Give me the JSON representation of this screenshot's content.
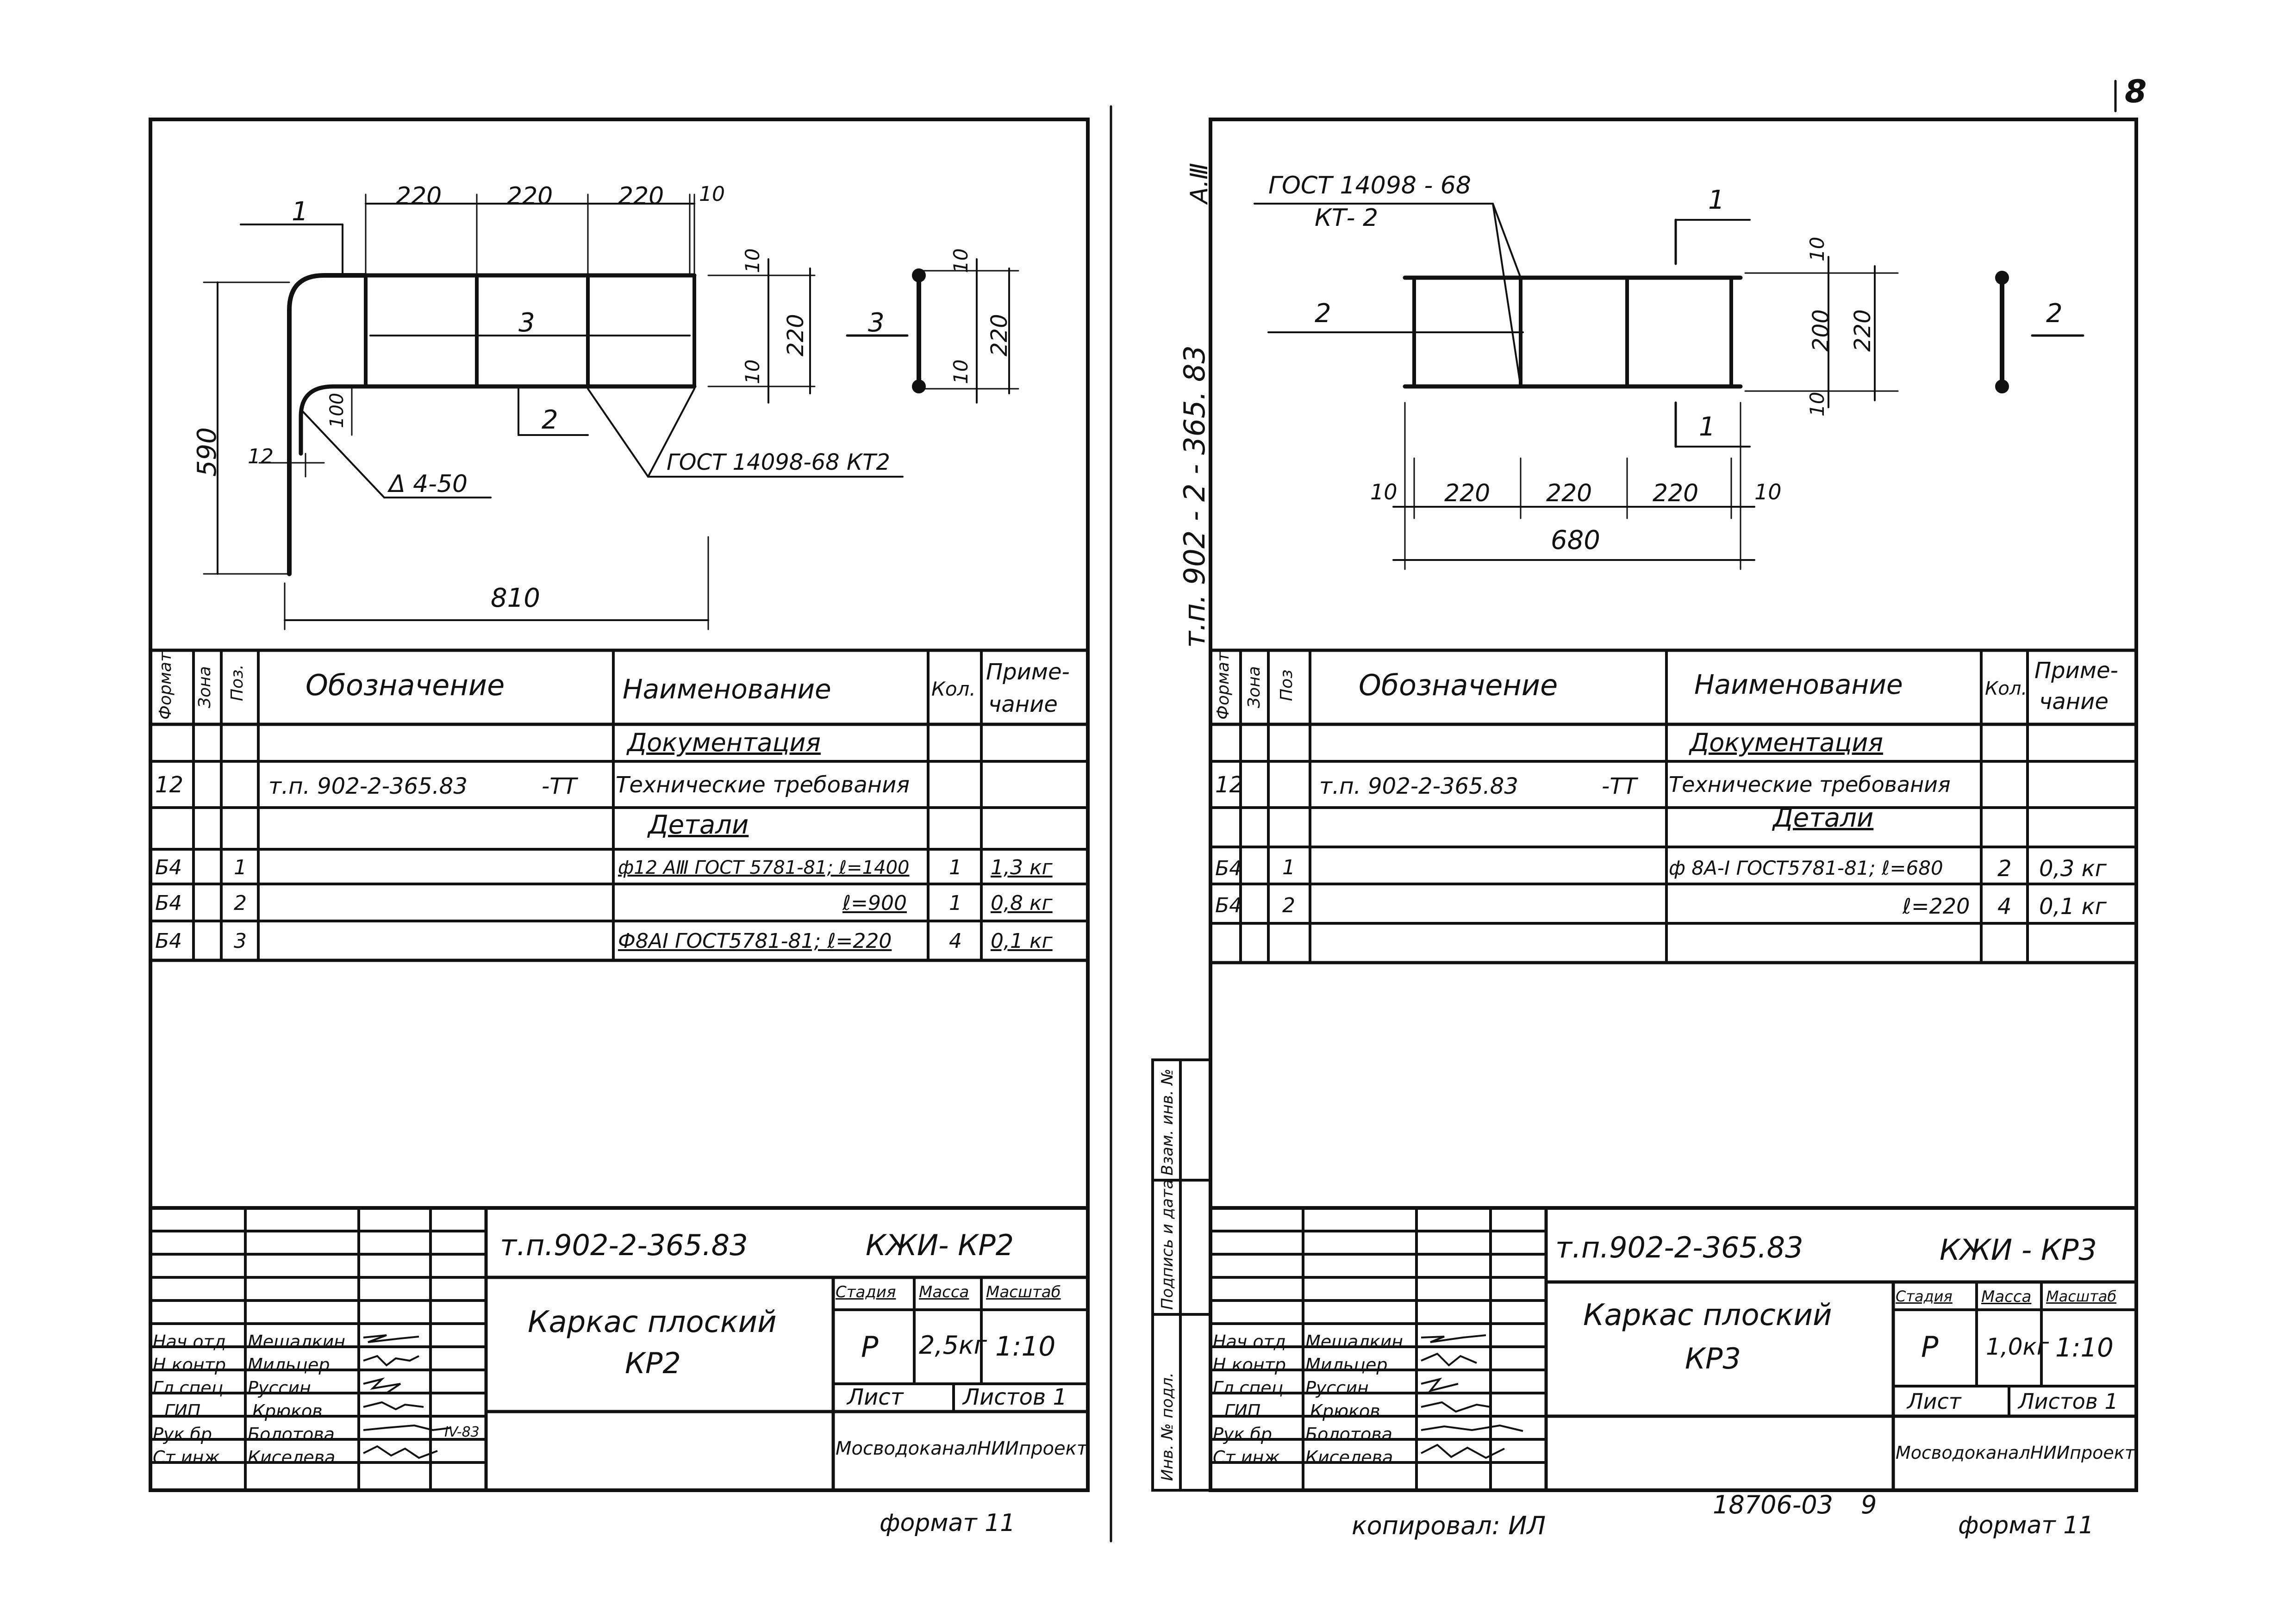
{
  "page_number": "8",
  "left_sheet": {
    "drawing": {
      "dims_top": [
        "220",
        "220",
        "220",
        "10"
      ],
      "dim_left": "590",
      "dim_bottom": "810",
      "dim_12": "12",
      "dim_100": "100",
      "dims_right": [
        "10",
        "220",
        "10"
      ],
      "section_dims": [
        "10",
        "220",
        "10"
      ],
      "pos_labels": [
        "1",
        "2",
        "3"
      ],
      "section_label": "3",
      "weld_symbol": "Δ 4-50",
      "weld_standard": "ГОСТ 14098-68 КТ2"
    },
    "spec_header": {
      "format": "Формат",
      "zone": "Зона",
      "pos": "Поз.",
      "designation": "Обозначение",
      "name": "Наименование",
      "qty": "Кол.",
      "note_1": "Приме-",
      "note_2": "чание"
    },
    "section_doc": "Документация",
    "section_parts": "Детали",
    "rows": [
      {
        "format": "12",
        "pos": "",
        "designation": "т.п. 902-2-365.83",
        "suffix": "-ТТ",
        "name": "Технические требования",
        "qty": "",
        "note": ""
      },
      {
        "format": "Б4",
        "pos": "1",
        "designation": "",
        "suffix": "",
        "name": "ф12 АⅢ ГОСТ 5781-81; ℓ=1400",
        "qty": "1",
        "note": "1,3 кг"
      },
      {
        "format": "Б4",
        "pos": "2",
        "designation": "",
        "suffix": "",
        "name": "ℓ=900",
        "qty": "1",
        "note": "0,8 кг"
      },
      {
        "format": "Б4",
        "pos": "3",
        "designation": "",
        "suffix": "",
        "name": "Ф8АI ГОСТ5781-81; ℓ=220",
        "qty": "4",
        "note": "0,1 кг"
      }
    ],
    "title_block": {
      "code": "т.п.902-2-365.83",
      "mark": "КЖИ- КР2",
      "title_1": "Каркас плоский",
      "title_2": "КР2",
      "stage_label": "Стадия",
      "mass_label": "Масса",
      "scale_label": "Масштаб",
      "stage": "Р",
      "mass": "2,5кг",
      "scale": "1:10",
      "sheet_label": "Лист",
      "sheets_label": "Листов 1",
      "org": "МосводоканалНИИпроект",
      "roles": [
        "Нач.отд.",
        "Н.контр.",
        "Гл.спец.",
        "ГИП",
        "Рук.бр.",
        "Ст.инж."
      ],
      "names": [
        "Мешалкин",
        "Мильцер",
        "Руссин",
        "Крюков",
        "Болотова",
        "Киселева"
      ],
      "date_note": "IV-83"
    },
    "format_note": "формат 11"
  },
  "right_sheet": {
    "drawing": {
      "weld_standard_1": "ГОСТ 14098 - 68",
      "weld_standard_2": "КТ- 2",
      "pos_labels": [
        "1",
        "1",
        "2"
      ],
      "section_label": "2",
      "dims_right": [
        "10",
        "200",
        "220",
        "10"
      ],
      "dims_bottom": [
        "10",
        "220",
        "220",
        "220",
        "10"
      ],
      "dim_total": "680"
    },
    "side_code": "т.п. 902 - 2 - 365. 83",
    "album": "А.Ⅲ",
    "spec_header": {
      "format": "Формат",
      "zone": "Зона",
      "pos": "Поз",
      "designation": "Обозначение",
      "name": "Наименование",
      "qty": "Кол.",
      "note_1": "Приме-",
      "note_2": "чание"
    },
    "section_doc": "Документация",
    "section_parts": "Детали",
    "rows": [
      {
        "format": "12",
        "pos": "",
        "designation": "т.п. 902-2-365.83",
        "suffix": "-ТТ",
        "name": "Технические требования",
        "qty": "",
        "note": ""
      },
      {
        "format": "Б4",
        "pos": "1",
        "designation": "",
        "suffix": "",
        "name": "ф 8А-I ГОСТ5781-81; ℓ=680",
        "qty": "2",
        "note": "0,3 кг"
      },
      {
        "format": "Б4",
        "pos": "2",
        "designation": "",
        "suffix": "",
        "name": "ℓ=220",
        "qty": "4",
        "note": "0,1 кг"
      }
    ],
    "title_block": {
      "code": "т.п.902-2-365.83",
      "mark": "КЖИ - КР3",
      "title_1": "Каркас плоский",
      "title_2": "КР3",
      "stage_label": "Стадия",
      "mass_label": "Масса",
      "scale_label": "Масштаб",
      "stage": "Р",
      "mass": "1,0кг",
      "scale": "1:10",
      "sheet_label": "Лист",
      "sheets_label": "Листов 1",
      "org": "МосводоканалНИИпроект",
      "roles": [
        "Нач.отд.",
        "Н.контр.",
        "Гл.спец.",
        "ГИП",
        "Рук.бр.",
        "Ст.инж."
      ],
      "names": [
        "Мешалкин",
        "Мильцер",
        "Руссин",
        "Крюков",
        "Болотова",
        "Киселева"
      ]
    },
    "side_stamp": [
      "Инв. № подл.",
      "Подпись и дата",
      "Взам. инв. №"
    ],
    "copied": "копировал: ИЛ",
    "doc_number": "18706-03",
    "doc_number_2": "9",
    "format_note": "формат 11"
  }
}
